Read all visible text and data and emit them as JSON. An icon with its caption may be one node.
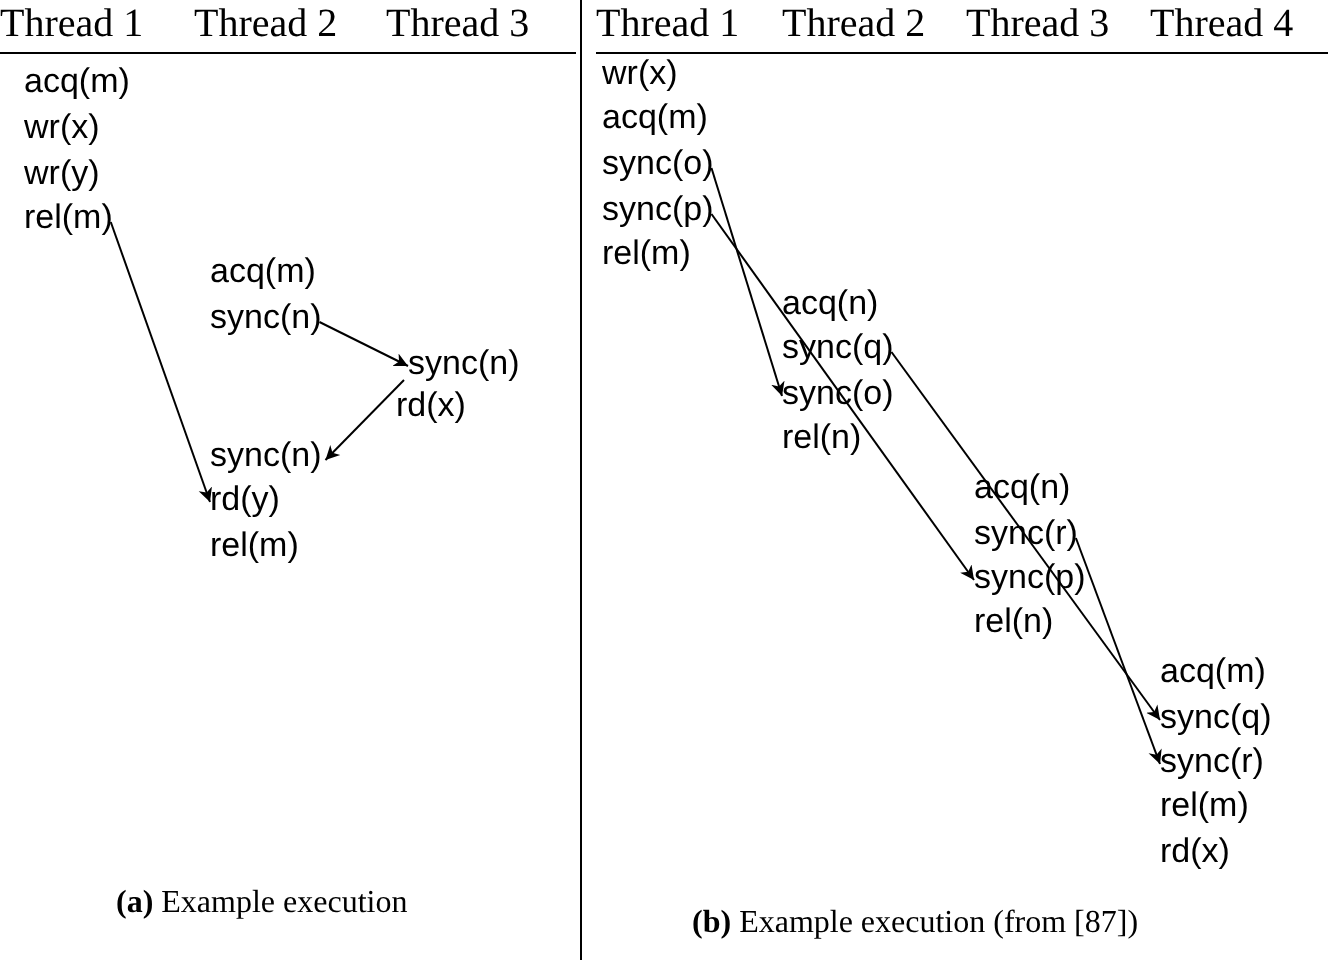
{
  "diagram": {
    "nodes": [
      {
        "text": [
          "rel(m)"
        ]
      },
      {
        "text": [
          "sync(n)"
        ]
      },
      {
        "text": [
          "sync(n)"
        ]
      },
      {
        "text": [
          "sync(n)"
        ]
      },
      {
        "text": [
          "rd(y)"
        ]
      },
      {
        "text": [
          "sync(o)"
        ]
      },
      {
        "text": [
          "sync(p)"
        ]
      },
      {
        "text": [
          "sync(q)"
        ]
      },
      {
        "text": [
          "sync(o)"
        ]
      },
      {
        "text": [
          "sync(r)"
        ]
      },
      {
        "text": [
          "sync(p)"
        ]
      },
      {
        "text": [
          "sync(q)"
        ]
      },
      {
        "text": [
          "sync(r)"
        ]
      }
    ],
    "edges": [
      {
        "from": 0,
        "to": 4,
        "arrow": "to"
      },
      {
        "from": 1,
        "to": 2,
        "arrow": "to"
      },
      {
        "from": 2,
        "to": 3,
        "arrow": "to"
      },
      {
        "from": 5,
        "to": 8,
        "arrow": "to"
      },
      {
        "from": 6,
        "to": 10,
        "arrow": "to"
      },
      {
        "from": 7,
        "to": 11,
        "arrow": "to"
      },
      {
        "from": 9,
        "to": 12,
        "arrow": "to"
      }
    ],
    "labels": [
      "Thread 1",
      "Thread 2",
      "Thread 3",
      "acq(m)",
      "wr(x)",
      "wr(y)",
      "acq(m)",
      "rd(x)",
      "rel(m)",
      "**(a)** Example execution",
      "Thread 1",
      "Thread 2",
      "Thread 3",
      "Thread 4",
      "wr(x)",
      "acq(m)",
      "rel(m)",
      "acq(n)",
      "rel(n)",
      "acq(n)",
      "rel(n)",
      "acq(m)",
      "rel(m)",
      "rd(x)",
      "**(b)** Example execution (from [87])"
    ]
  }
}
